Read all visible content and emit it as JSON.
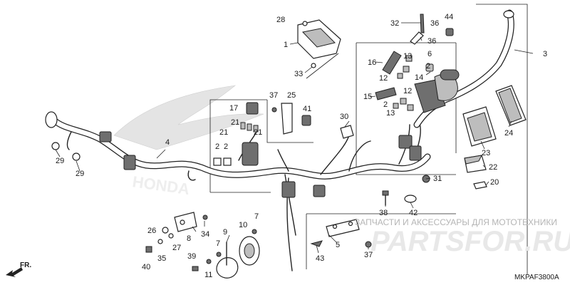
{
  "diagram": {
    "part_numbers": [
      "1",
      "2",
      "3",
      "4",
      "5",
      "6",
      "7",
      "8",
      "9",
      "10",
      "11",
      "12",
      "13",
      "14",
      "15",
      "16",
      "17",
      "20",
      "21",
      "22",
      "23",
      "24",
      "25",
      "26",
      "27",
      "28",
      "29",
      "30",
      "31",
      "32",
      "33",
      "34",
      "35",
      "36",
      "37",
      "38",
      "39",
      "40",
      "41",
      "42",
      "43",
      "44"
    ],
    "callouts": [
      {
        "label": "28"
      },
      {
        "label": "1"
      },
      {
        "label": "33"
      },
      {
        "label": "32"
      },
      {
        "label": "36"
      },
      {
        "label": "36"
      },
      {
        "label": "44"
      },
      {
        "label": "3"
      },
      {
        "label": "16"
      },
      {
        "label": "13"
      },
      {
        "label": "6"
      },
      {
        "label": "2"
      },
      {
        "label": "12"
      },
      {
        "label": "14"
      },
      {
        "label": "15"
      },
      {
        "label": "12"
      },
      {
        "label": "2"
      },
      {
        "label": "13"
      },
      {
        "label": "37"
      },
      {
        "label": "25"
      },
      {
        "label": "17"
      },
      {
        "label": "41"
      },
      {
        "label": "21"
      },
      {
        "label": "21"
      },
      {
        "label": "21"
      },
      {
        "label": "2"
      },
      {
        "label": "2"
      },
      {
        "label": "30"
      },
      {
        "label": "4"
      },
      {
        "label": "29"
      },
      {
        "label": "29"
      },
      {
        "label": "24"
      },
      {
        "label": "23"
      },
      {
        "label": "22"
      },
      {
        "label": "20"
      },
      {
        "label": "31"
      },
      {
        "label": "38"
      },
      {
        "label": "42"
      },
      {
        "label": "26"
      },
      {
        "label": "27"
      },
      {
        "label": "35"
      },
      {
        "label": "40"
      },
      {
        "label": "8"
      },
      {
        "label": "34"
      },
      {
        "label": "7"
      },
      {
        "label": "7"
      },
      {
        "label": "9"
      },
      {
        "label": "10"
      },
      {
        "label": "39"
      },
      {
        "label": "11"
      },
      {
        "label": "43"
      },
      {
        "label": "5"
      },
      {
        "label": "37"
      }
    ],
    "diagram_code": "MKPAF3800A",
    "front_indicator": "FR.",
    "watermark": {
      "line1": "ЗАПЧАСТИ И АКСЕССУАРЫ ДЛЯ МОТОТЕХНИКИ",
      "line2": "PARTSFOR.RU"
    },
    "background_brand": "HONDA"
  }
}
